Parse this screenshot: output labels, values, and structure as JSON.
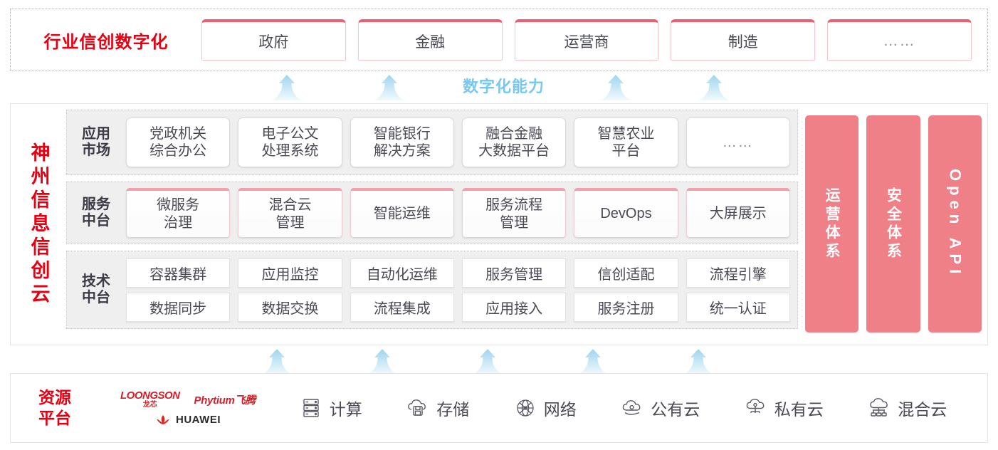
{
  "industry": {
    "title": "行业信创数字化",
    "cards": [
      "政府",
      "金融",
      "运营商",
      "制造",
      "……"
    ]
  },
  "capability": {
    "label": "数字化能力",
    "arrow_count_top": 4,
    "arrow_count_bottom": 5,
    "arrow_color": "#cfe8f7"
  },
  "cloud": {
    "title": "神州信息信创云",
    "tiers": [
      {
        "label": "应用\n市场",
        "label_line1": "应用",
        "label_line2": "市场",
        "cards": [
          "党政机关\n综合办公",
          "电子公文\n处理系统",
          "智能银行\n解决方案",
          "融合金融\n大数据平台",
          "智慧农业\n平台",
          "……"
        ]
      },
      {
        "label_line1": "服务",
        "label_line2": "中台",
        "cards": [
          "微服务\n治理",
          "混合云\n管理",
          "智能运维",
          "服务流程\n管理",
          "DevOps",
          "大屏展示"
        ]
      },
      {
        "label_line1": "技术",
        "label_line2": "中台",
        "row1": [
          "容器集群",
          "应用监控",
          "自动化运维",
          "服务管理",
          "信创适配",
          "流程引擎"
        ],
        "row2": [
          "数据同步",
          "数据交换",
          "流程集成",
          "应用接入",
          "服务注册",
          "统一认证"
        ]
      }
    ],
    "pillars": [
      {
        "text": "运营体系"
      },
      {
        "text": "安全体系"
      },
      {
        "text": "Open API"
      }
    ],
    "pillar_color": "#ef8088"
  },
  "resource": {
    "title_line1": "资源",
    "title_line2": "平台",
    "vendors": [
      {
        "name": "loongson",
        "en": "LOONGSON",
        "cn": "龙芯"
      },
      {
        "name": "phytium",
        "text": "Phytium飞腾"
      },
      {
        "name": "huawei",
        "text": "HUAWEI"
      }
    ],
    "items": [
      {
        "icon": "server-icon",
        "label": "计算"
      },
      {
        "icon": "cloud-storage-icon",
        "label": "存储"
      },
      {
        "icon": "network-icon",
        "label": "网络"
      },
      {
        "icon": "public-cloud-icon",
        "label": "公有云"
      },
      {
        "icon": "private-cloud-icon",
        "label": "私有云"
      },
      {
        "icon": "hybrid-cloud-icon",
        "label": "混合云"
      }
    ]
  },
  "colors": {
    "brand_red": "#e60012",
    "card_accent": "#ef5f74",
    "pillar": "#ef8088",
    "arrow": "#cfe8f7",
    "capability_text": "#77c7ef"
  }
}
